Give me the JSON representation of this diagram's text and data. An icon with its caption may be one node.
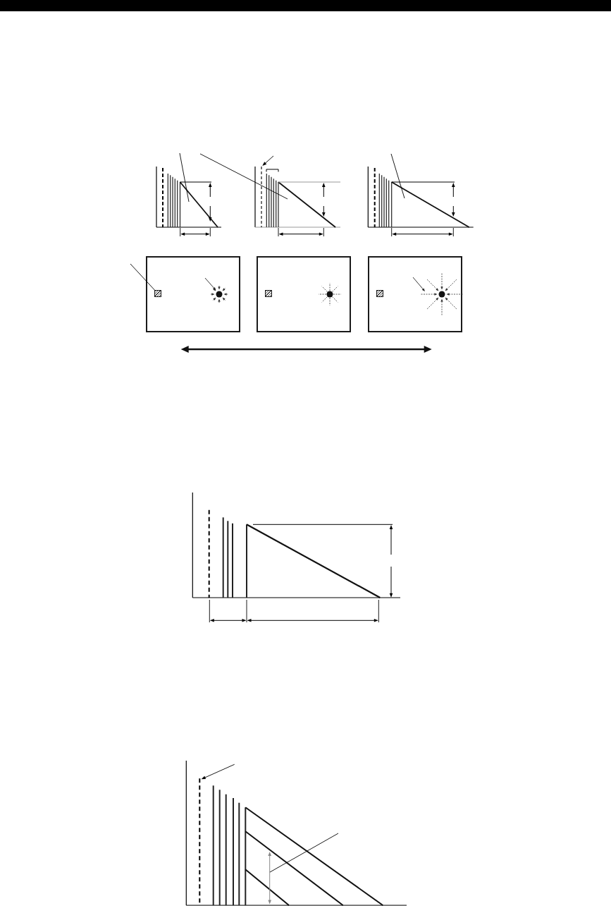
{
  "diagram": {
    "nodes": [
      {
        "text": [],
        "shape": "box"
      },
      {
        "text": [],
        "shape": "box",
        "in": 0
      },
      {
        "text": [],
        "shape": "box"
      },
      {
        "text": [],
        "shape": "box",
        "in": 2
      },
      {
        "text": [],
        "shape": "box"
      },
      {
        "text": [],
        "shape": "box",
        "in": 4
      }
    ],
    "edges": [
      {
        "from": null,
        "to": 1,
        "arrow": "none"
      }
    ]
  }
}
